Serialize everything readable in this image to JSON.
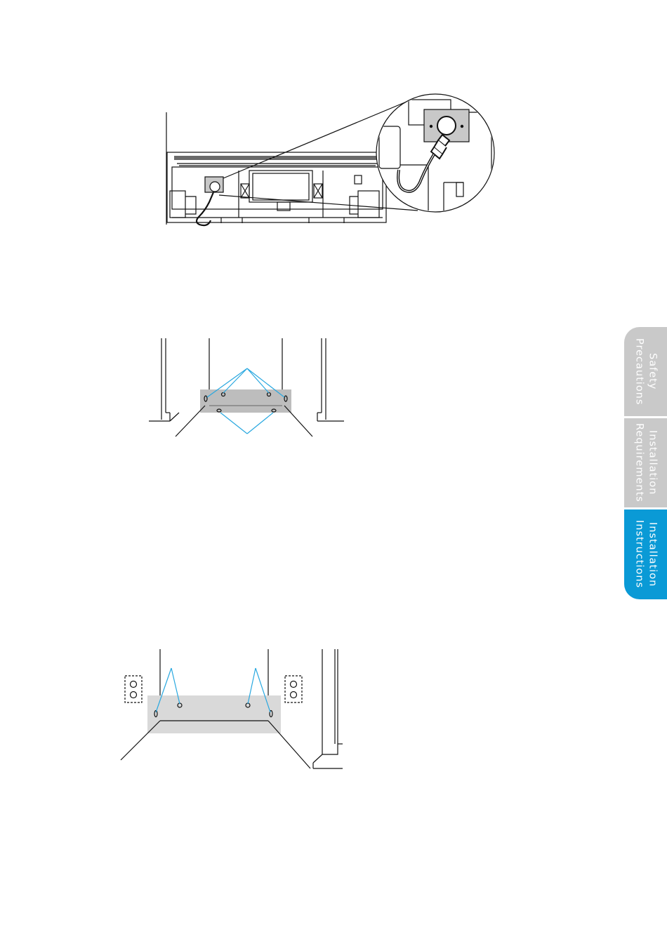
{
  "colors": {
    "tab_inactive": "#c9c9c9",
    "tab_active": "#0a9ad6",
    "callout_line": "#29a8e0",
    "bracket_fill": "#bdbdbd",
    "line": "#111111"
  },
  "side_tabs": [
    {
      "label": "Safety\nPrecautions",
      "active": false
    },
    {
      "label": "Installation\nRequirements",
      "active": false
    },
    {
      "label": "Installation\nInstructions",
      "active": true
    }
  ]
}
